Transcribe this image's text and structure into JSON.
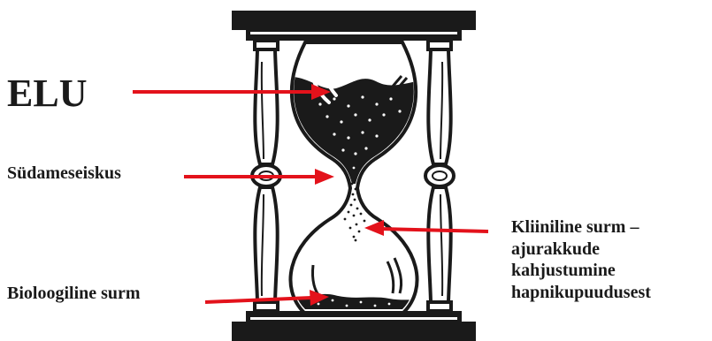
{
  "labels": {
    "life": "ELU",
    "cardiac_arrest": "Südameseiskus",
    "clinical_death": [
      "Kliiniline surm –",
      "ajurakkude",
      "kahjustumine",
      "hapnikupuudusest"
    ],
    "biological_death": "Bioloogiline surm"
  },
  "colors": {
    "arrow": "#e3121b",
    "ink": "#1a1a1a",
    "background": "#ffffff"
  },
  "icons": {
    "hourglass": "hourglass-icon"
  }
}
